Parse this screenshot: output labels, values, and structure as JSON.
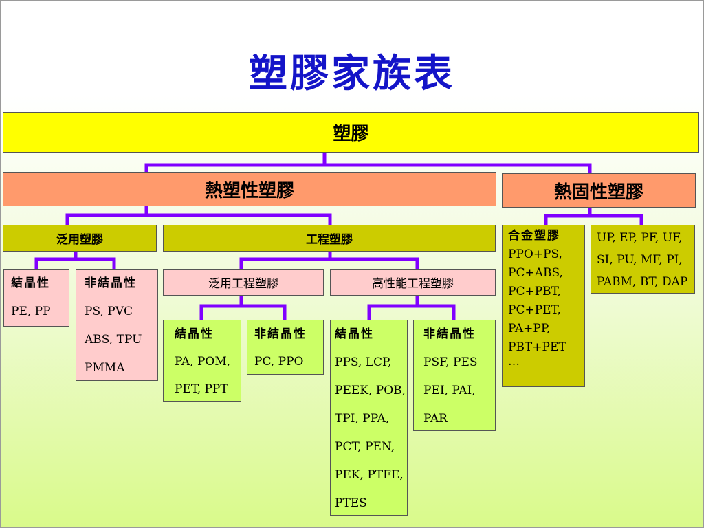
{
  "title": "塑膠家族表",
  "root": "塑膠",
  "thermoplastic": "熱塑性塑膠",
  "thermoset": "熱固性塑膠",
  "general_plastic": "泛用塑膠",
  "engineering_plastic": "工程塑膠",
  "alloy": {
    "label": "合金塑膠",
    "items": [
      "PPO+PS,",
      "PC+ABS,",
      "PC+PBT,",
      "PC+PET,",
      "PA+PP,",
      "PBT+PET",
      "…"
    ]
  },
  "thermoset_items": [
    "UP, EP, PF, UF,",
    "SI, PU, MF, PI,",
    "PABM, BT, DAP"
  ],
  "general_crystalline": {
    "label": "結晶性",
    "items": [
      "PE, PP"
    ]
  },
  "general_noncrystalline": {
    "label": "非結晶性",
    "items": [
      "PS, PVC",
      "ABS, TPU",
      "PMMA"
    ]
  },
  "general_engineering": "泛用工程塑膠",
  "high_performance": "高性能工程塑膠",
  "ge_crystalline": {
    "label": "結晶性",
    "items": [
      "PA, POM,",
      "PET, PPT"
    ]
  },
  "ge_noncrystalline": {
    "label": "非結晶性",
    "items": [
      "PC, PPO"
    ]
  },
  "hp_crystalline": {
    "label": "結晶性",
    "items": [
      "PPS, LCP,",
      "PEEK, POB,",
      "TPI, PPA,",
      "PCT, PEN,",
      "PEK, PTFE,",
      "PTES"
    ]
  },
  "hp_noncrystalline": {
    "label": "非結晶性",
    "items": [
      "PSF, PES",
      "PEI, PAI,",
      "PAR"
    ]
  },
  "colors": {
    "title": "#1414c8",
    "connector": "#8000ff",
    "root_fill": "#ffff00",
    "level1_fill": "#ff9a6c",
    "level2_fill": "#cccc00",
    "level3_fill": "#ffcccc",
    "leaf_fill": "#ccff66"
  }
}
